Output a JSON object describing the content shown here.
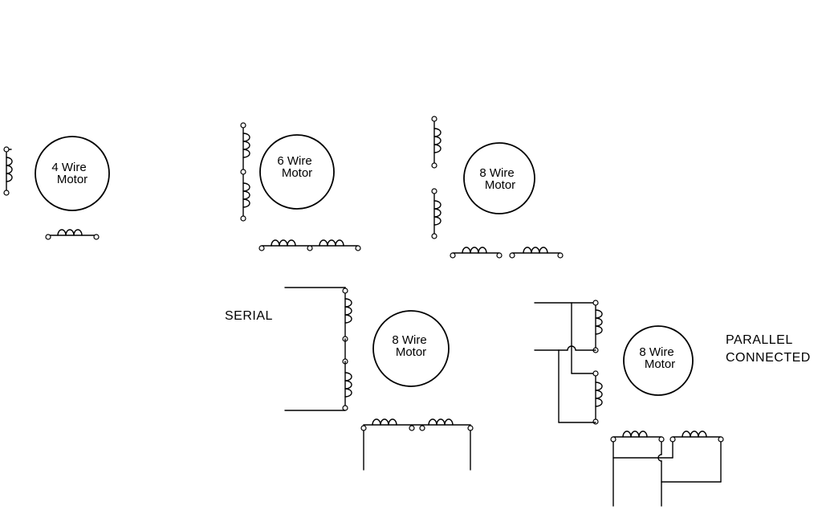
{
  "motors": {
    "four_wire": {
      "line1": "4 Wire",
      "line2": "Motor"
    },
    "six_wire": {
      "line1": "6 Wire",
      "line2": "Motor"
    },
    "eight_wire": {
      "line1": "8 Wire",
      "line2": "Motor"
    },
    "serial": {
      "line1": "8 Wire",
      "line2": "Motor"
    },
    "parallel": {
      "line1": "8 Wire",
      "line2": "Motor"
    }
  },
  "labels": {
    "serial": "SERIAL",
    "parallel_line1": "PARALLEL",
    "parallel_line2": "CONNECTED"
  }
}
